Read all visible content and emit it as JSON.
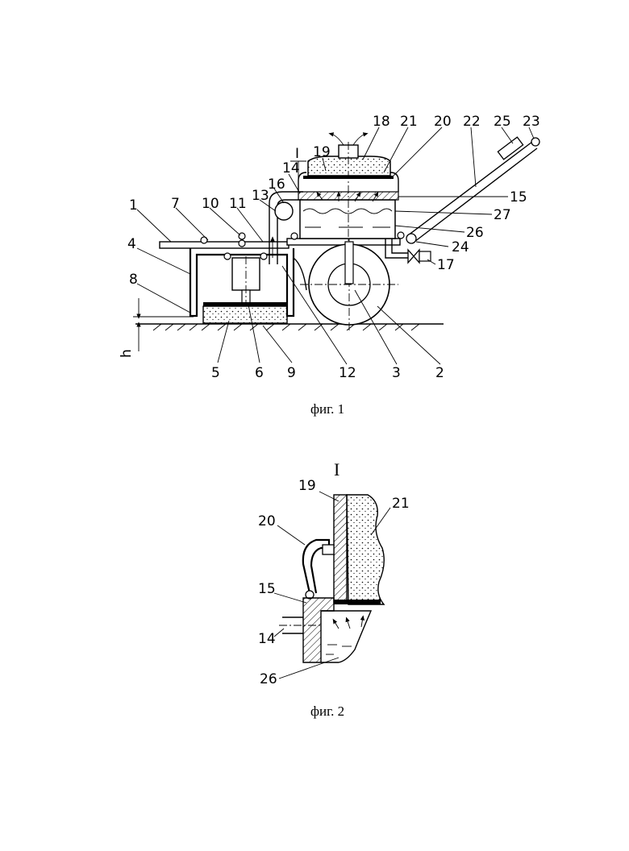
{
  "figure1": {
    "caption": "фиг. 1",
    "section_mark": "I",
    "height_label": "h",
    "labels": [
      "1",
      "2",
      "3",
      "4",
      "5",
      "6",
      "7",
      "8",
      "9",
      "10",
      "11",
      "12",
      "13",
      "14",
      "15",
      "16",
      "17",
      "18",
      "19",
      "20",
      "21",
      "22",
      "23",
      "24",
      "25",
      "26",
      "27"
    ]
  },
  "figure2": {
    "caption": "фиг. 2",
    "title": "I",
    "labels": [
      "14",
      "15",
      "19",
      "20",
      "21",
      "26"
    ]
  }
}
